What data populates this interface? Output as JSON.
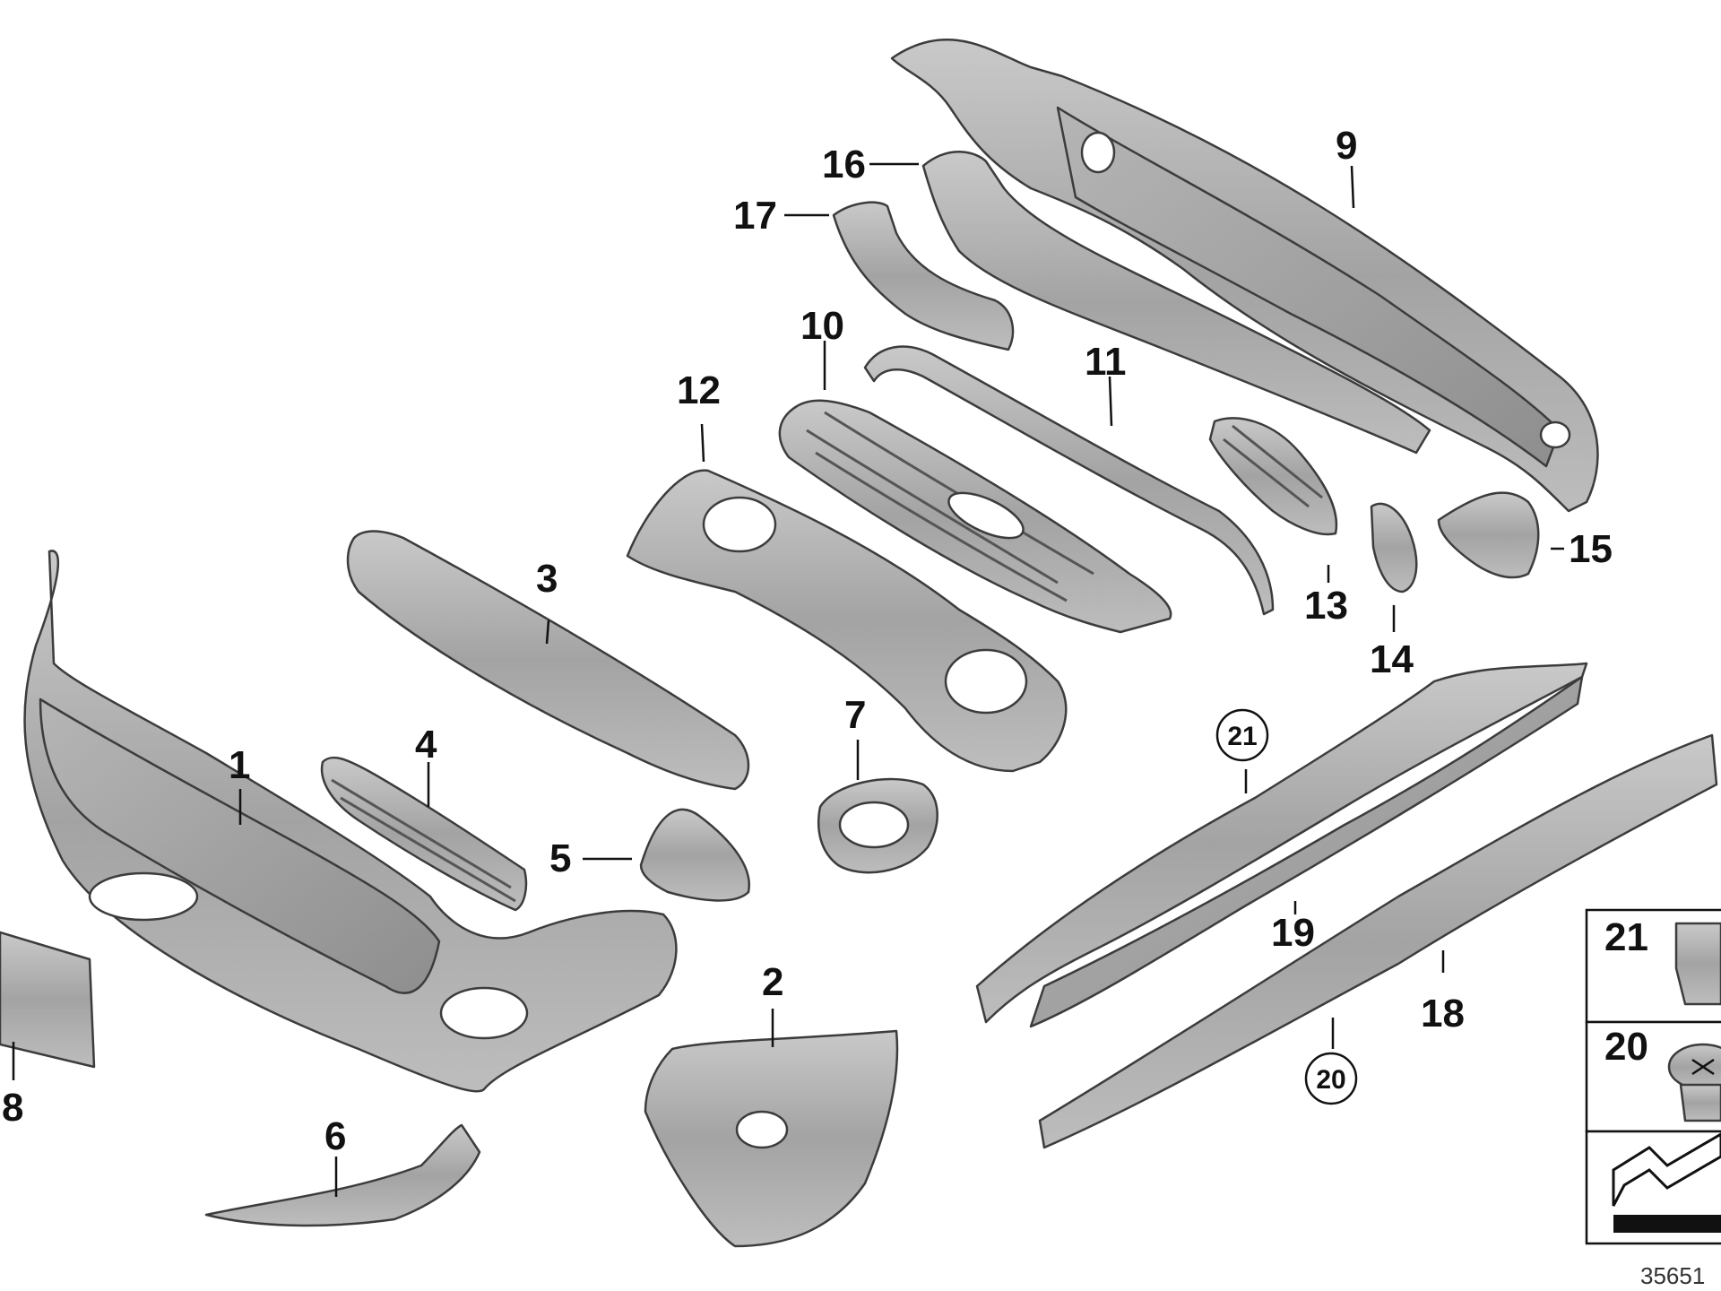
{
  "callouts": {
    "c1": "1",
    "c2": "2",
    "c3": "3",
    "c4": "4",
    "c5": "5",
    "c6": "6",
    "c7": "7",
    "c8": "8",
    "c9": "9",
    "c10": "10",
    "c11": "11",
    "c12": "12",
    "c13": "13",
    "c14": "14",
    "c15": "15",
    "c16": "16",
    "c17": "17",
    "c18": "18",
    "c19": "19",
    "c20": "20",
    "c21": "21"
  },
  "legend": {
    "item21": "21",
    "item20": "20"
  },
  "reference_number": "35651"
}
